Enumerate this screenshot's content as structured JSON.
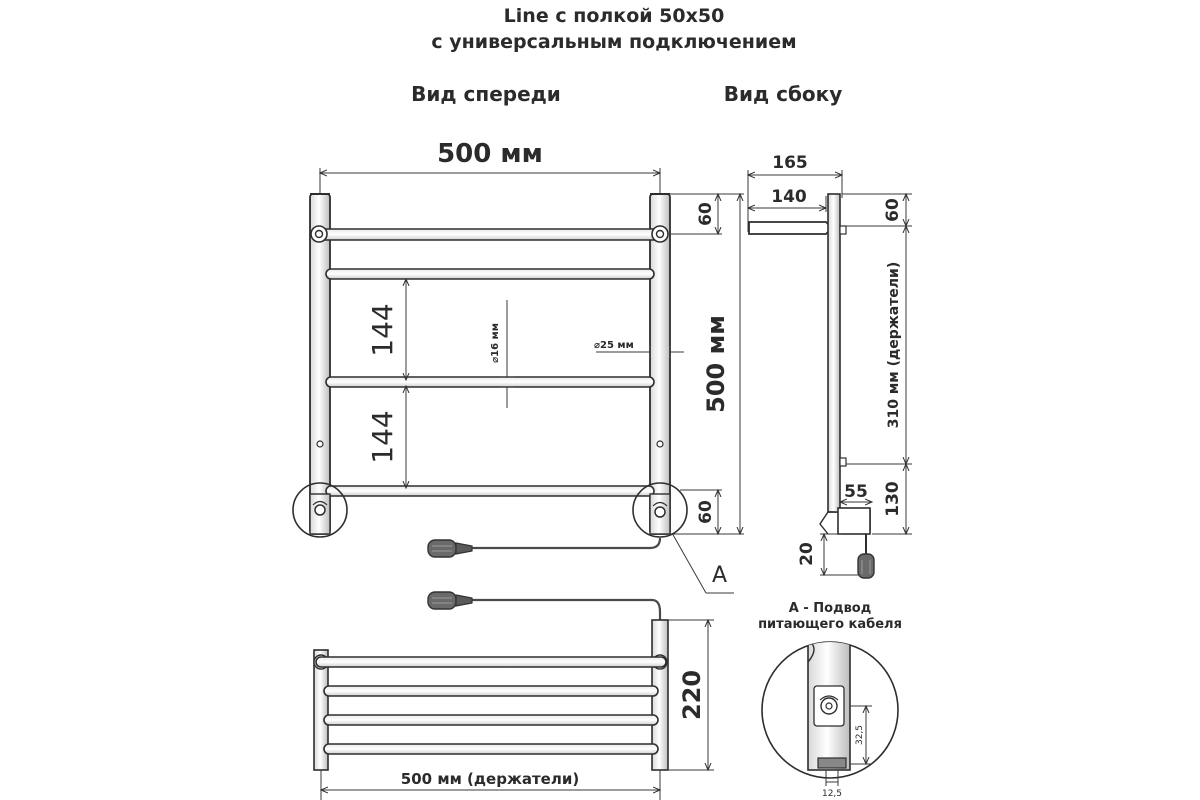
{
  "title": {
    "line1": "Line с полкой 50x50",
    "line2": "с универсальным подключением"
  },
  "views": {
    "front": "Вид спереди",
    "side": "Вид сбоку"
  },
  "front_view": {
    "width_label": "500 мм",
    "height_label": "500 мм",
    "gap_top_label": "60",
    "gap_bottom_label": "60",
    "spacing1_label": "144",
    "spacing2_label": "144",
    "bar_diameter_label": "⌀16 мм",
    "post_diameter_label": "⌀25 мм",
    "callout_label": "A"
  },
  "side_view": {
    "depth_outer_label": "165",
    "depth_inner_label": "140",
    "top_offset_label": "60",
    "holders_label": "310 мм (держатели)",
    "bottom_label": "130",
    "connector_label": "55",
    "plug_label": "20"
  },
  "top_view": {
    "height_label": "220",
    "holders_width_label": "500 мм (держатели)"
  },
  "detail": {
    "title_line1": "A - Подвод",
    "title_line2": "питающего кабеля",
    "height_label": "32,5",
    "width_label": "12,5"
  }
}
